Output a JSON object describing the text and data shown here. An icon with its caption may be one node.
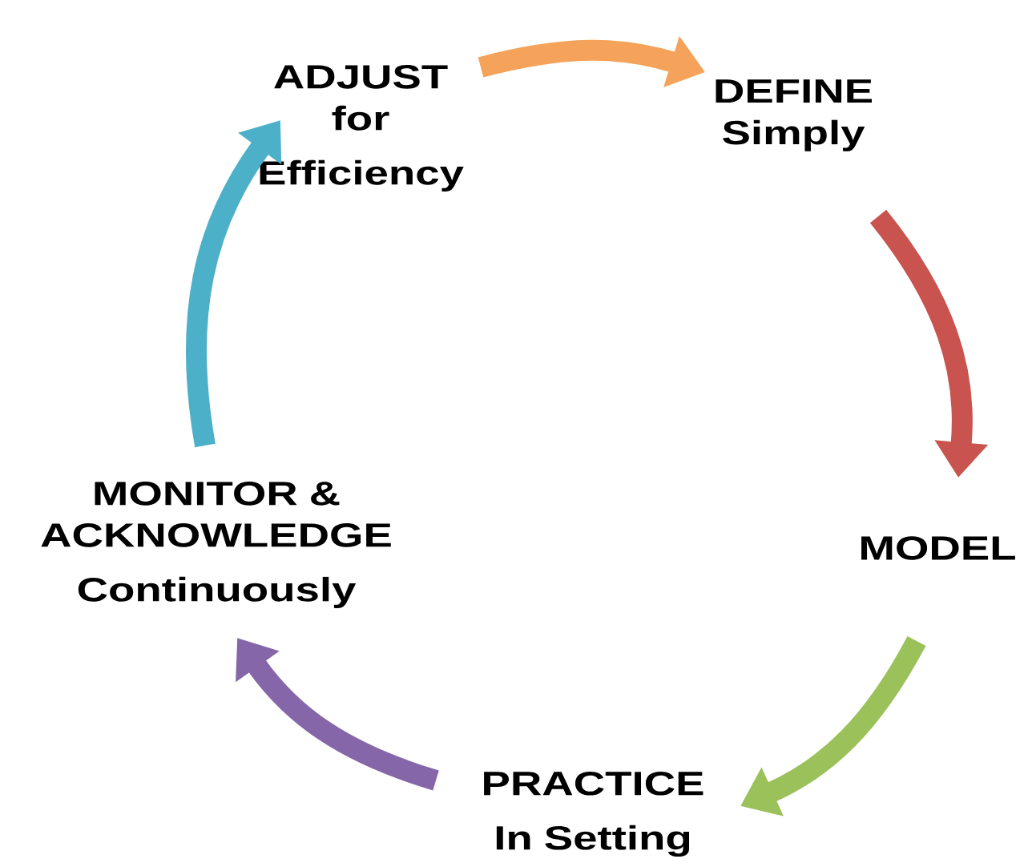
{
  "diagram": {
    "nodes": [
      {
        "text": [
          "ADJUST for",
          "Efficiency"
        ]
      },
      {
        "text": [
          "DEFINE Simply"
        ]
      },
      {
        "text": [
          "MODEL"
        ]
      },
      {
        "text": [
          "PRACTICE",
          "In Setting"
        ]
      },
      {
        "text": [
          "MONITOR & ACKNOWLEDGE",
          "Continuously"
        ]
      }
    ],
    "edges": [
      {
        "from": 0,
        "to": 1,
        "arrow": "to",
        "color": "#f5a35a"
      },
      {
        "from": 1,
        "to": 2,
        "arrow": "to",
        "color": "#c9534f"
      },
      {
        "from": 2,
        "to": 3,
        "arrow": "to",
        "color": "#9bc15a"
      },
      {
        "from": 3,
        "to": 4,
        "arrow": "to",
        "color": "#8566a8"
      },
      {
        "from": 4,
        "to": 0,
        "arrow": "to",
        "color": "#4cb0c8"
      }
    ]
  }
}
